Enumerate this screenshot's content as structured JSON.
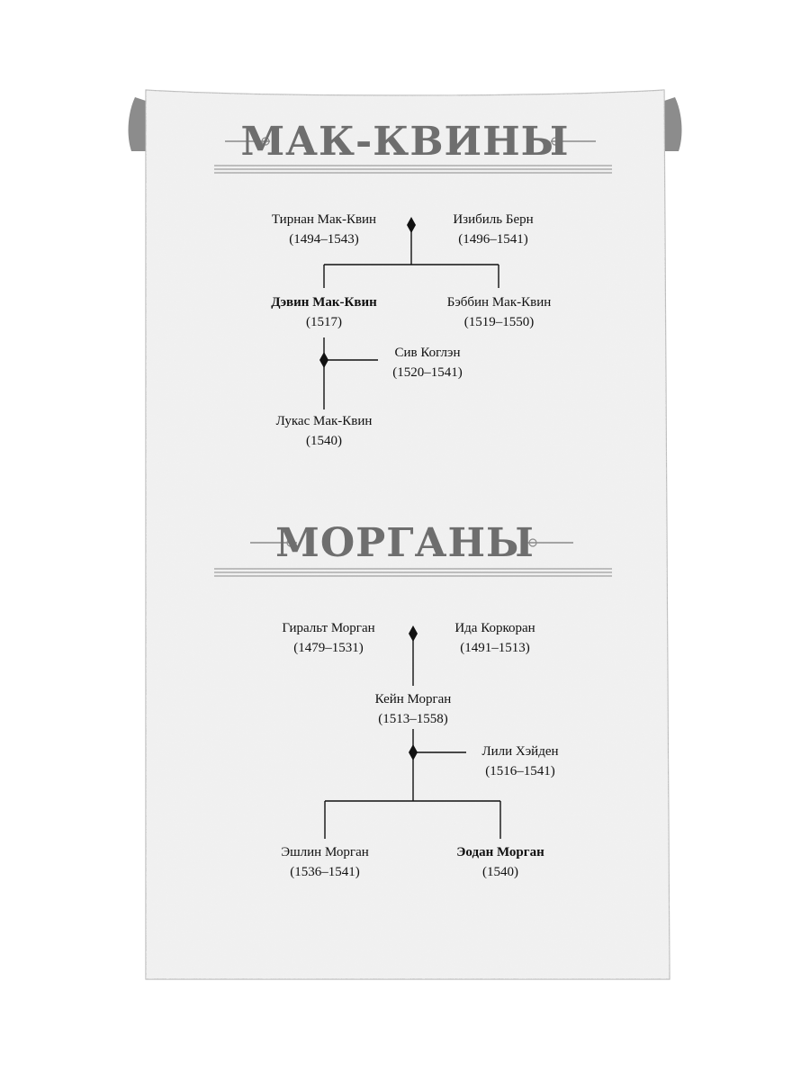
{
  "families": [
    {
      "title": "МАК-КВИНЫ",
      "people": {
        "tirnan": {
          "name": "Тирнан Мак-Квин",
          "dates": "(1494–1543)"
        },
        "izibil": {
          "name": "Изибиль Берн",
          "dates": "(1496–1541)"
        },
        "devin": {
          "name": "Дэвин Мак-Квин",
          "dates": "(1517)"
        },
        "bebbin": {
          "name": "Бэббин Мак-Квин",
          "dates": "(1519–1550)"
        },
        "siv": {
          "name": "Сив Коглэн",
          "dates": "(1520–1541)"
        },
        "lukas": {
          "name": "Лукас Мак-Квин",
          "dates": "(1540)"
        }
      }
    },
    {
      "title": "МОРГАНЫ",
      "people": {
        "giralt": {
          "name": "Гиральт Морган",
          "dates": "(1479–1531)"
        },
        "ida": {
          "name": "Ида Коркоран",
          "dates": "(1491–1513)"
        },
        "kein": {
          "name": "Кейн Морган",
          "dates": "(1513–1558)"
        },
        "lili": {
          "name": "Лили Хэйден",
          "dates": "(1516–1541)"
        },
        "eshlin": {
          "name": "Эшлин Морган",
          "dates": "(1536–1541)"
        },
        "eodan": {
          "name": "Эодан Морган",
          "dates": "(1540)"
        }
      }
    }
  ]
}
